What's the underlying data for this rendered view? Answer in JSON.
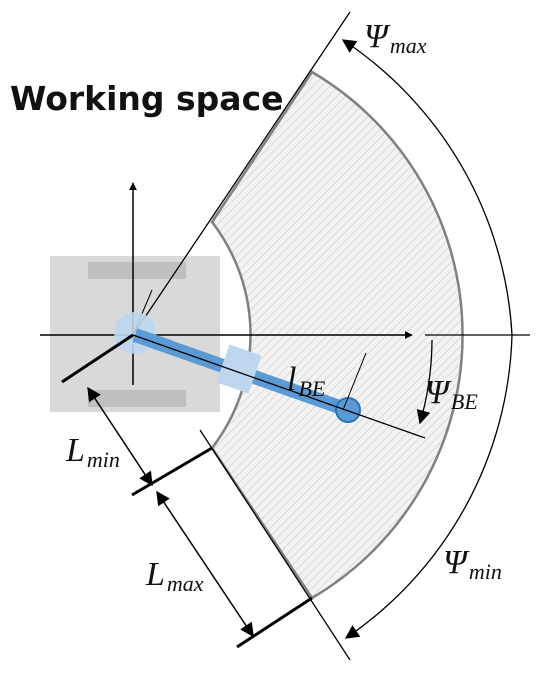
{
  "title": "Working space",
  "labels": {
    "psi_max": {
      "main": "Ψ",
      "sub": "max"
    },
    "psi_min": {
      "main": "Ψ",
      "sub": "min"
    },
    "psi_be": {
      "main": "Ψ",
      "sub": "BE"
    },
    "l_be": {
      "main": "l",
      "sub": "BE"
    },
    "l_min": {
      "main": "L",
      "sub": "min"
    },
    "l_max": {
      "main": "L",
      "sub": "max"
    }
  },
  "colors": {
    "vehicle_body": "#d9d9d9",
    "vehicle_tracks": "#bfbfbf",
    "arm": "#5b9bd5",
    "joint": "#bdd7ee",
    "workspace_fill": "#f3f3f3",
    "workspace_hatch": "#d0d0d0",
    "workspace_border": "#808080"
  }
}
